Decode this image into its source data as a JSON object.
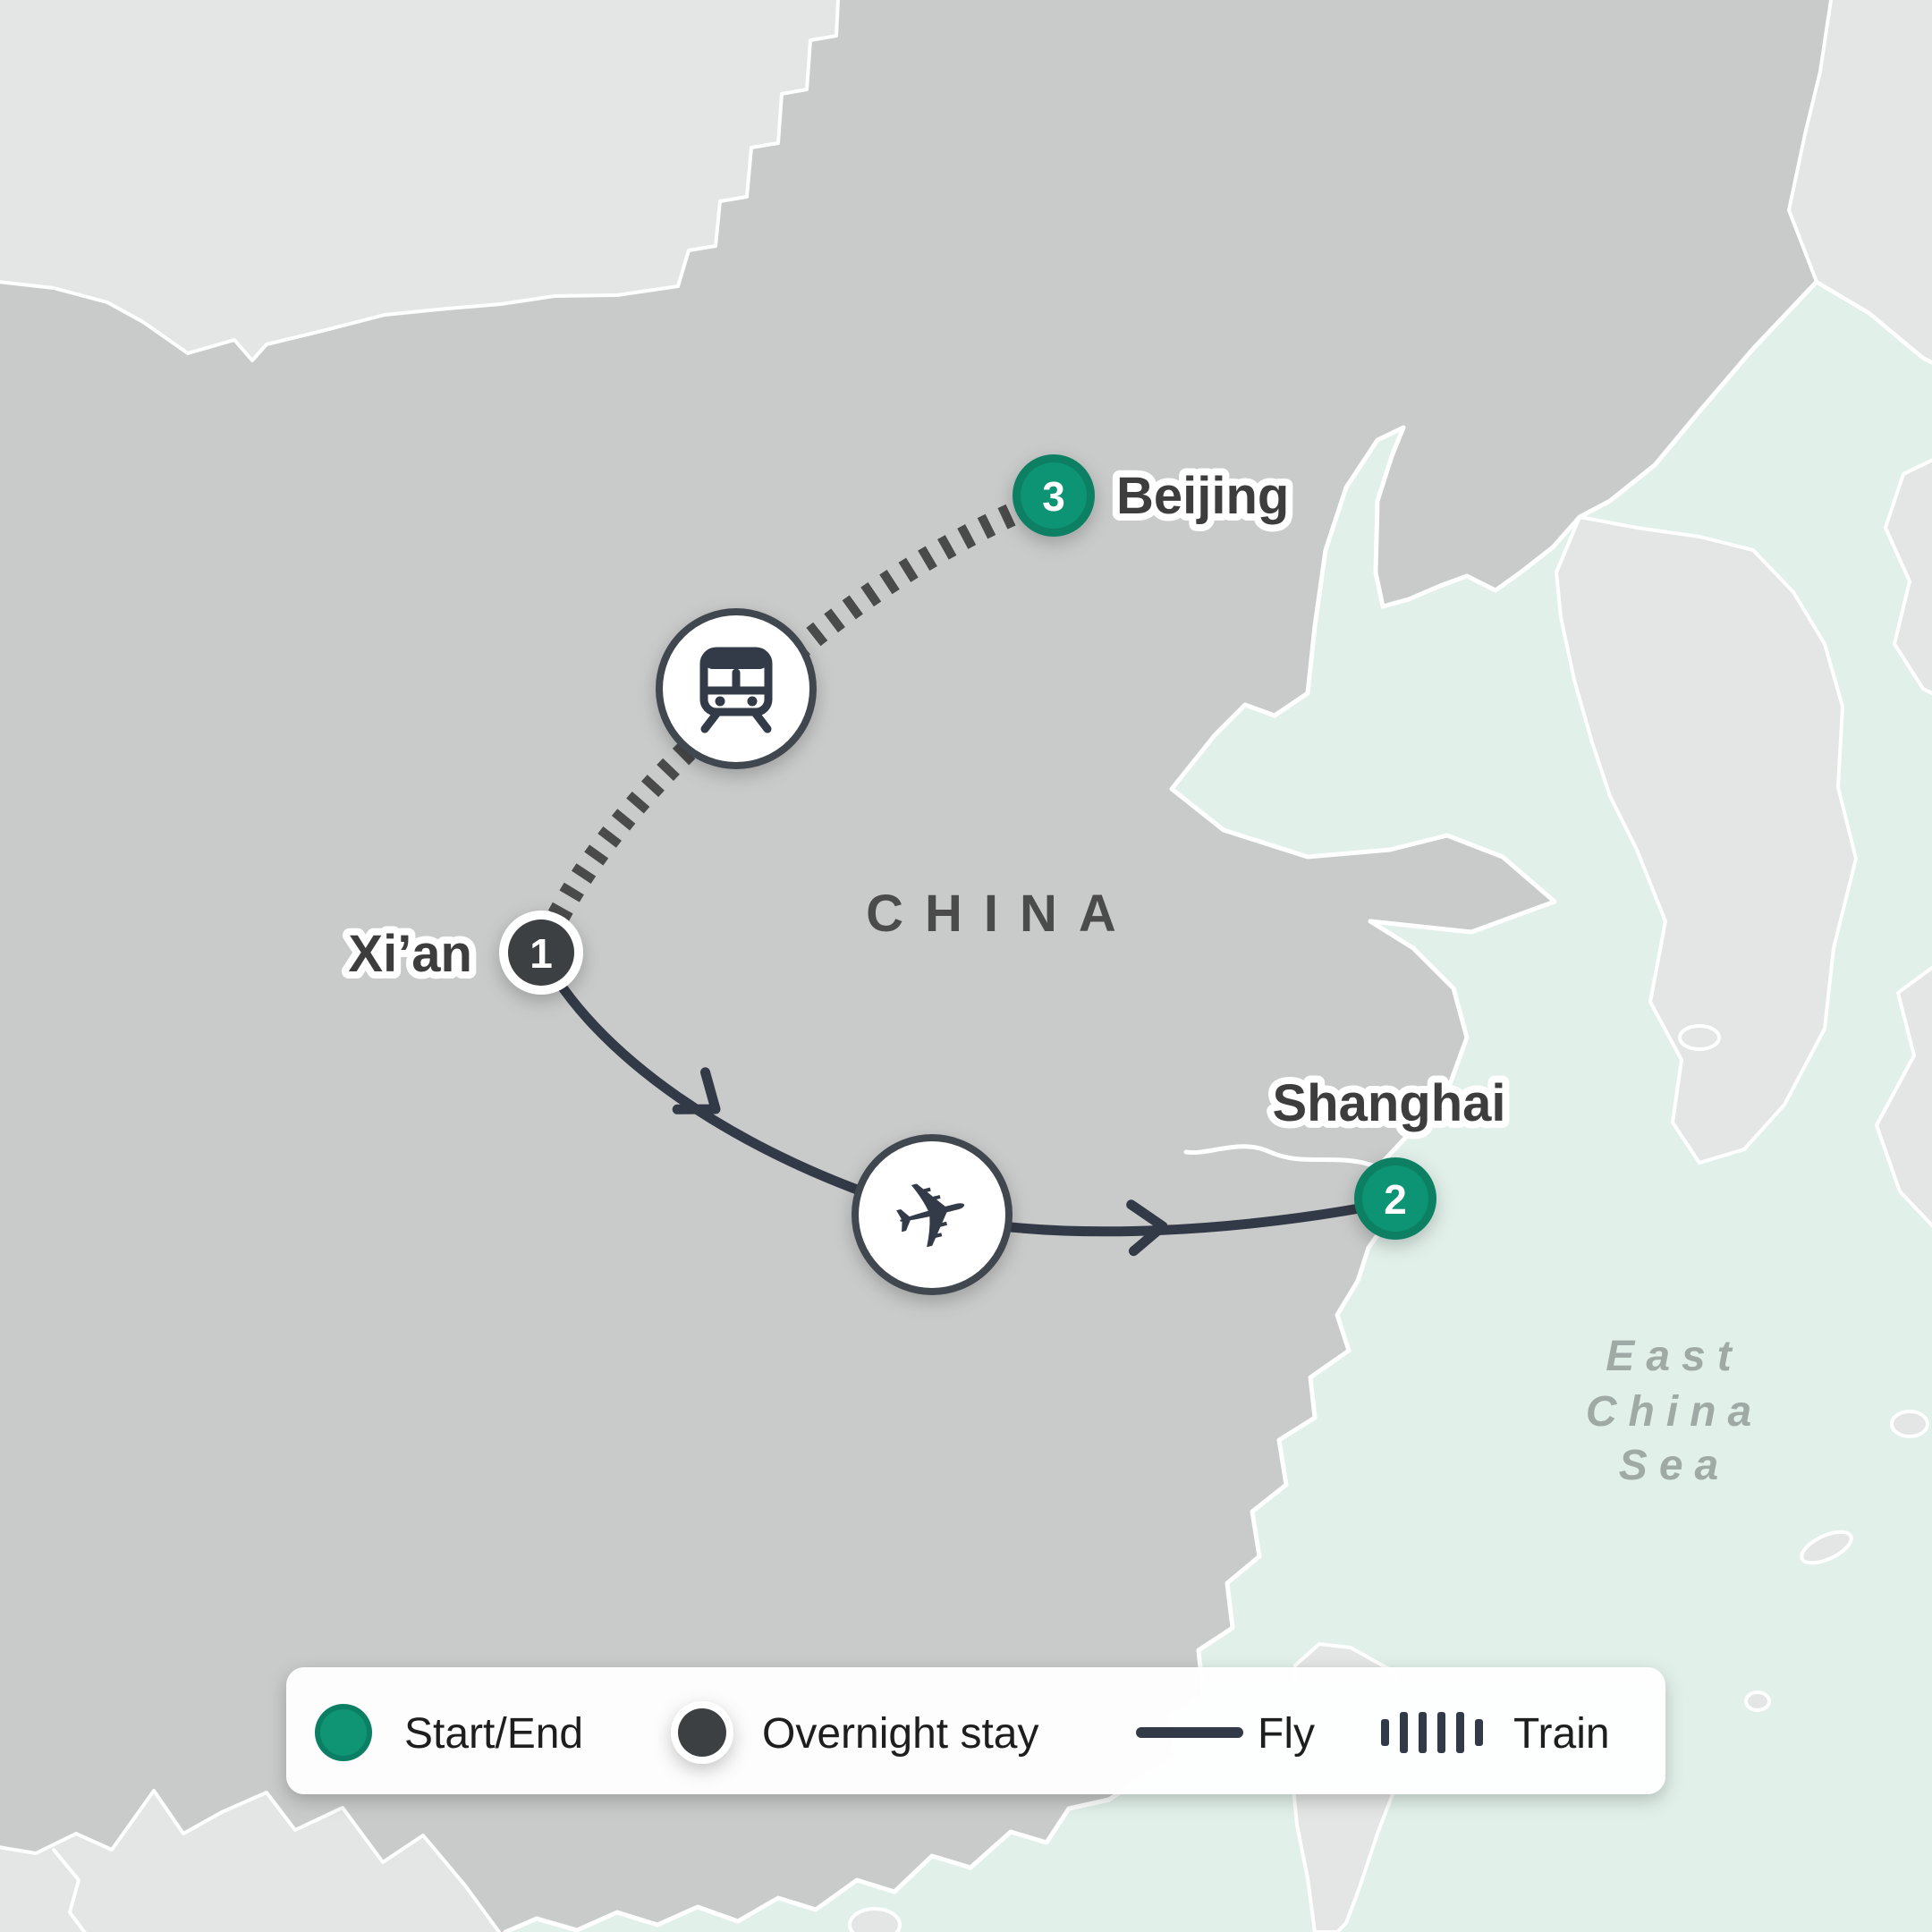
{
  "map": {
    "country_label": "CHINA",
    "sea_label": {
      "line1": "East",
      "line2": "China",
      "line3": "Sea"
    },
    "stops": [
      {
        "label": "Xi’an",
        "number": "1",
        "type": "overnight-stay"
      },
      {
        "label": "Shanghai",
        "number": "2",
        "type": "start-end"
      },
      {
        "label": "Beijing",
        "number": "3",
        "type": "start-end"
      }
    ],
    "routes": [
      {
        "mode": "train",
        "from": "Xi’an",
        "to": "Beijing"
      },
      {
        "mode": "fly",
        "from": "Xi’an",
        "to": "Shanghai"
      }
    ]
  },
  "legend": {
    "start_end_label": "Start/End",
    "overnight_label": "Overnight stay",
    "fly_label": "Fly",
    "train_label": "Train"
  },
  "colors": {
    "land_china": "#c9caca",
    "land_other": "#e4e5e5",
    "sea": "#e2f0ea",
    "route": "#333a47",
    "train_dash": "#4a4a4a",
    "icon_stroke": "#41464f",
    "start_end": "#0f9474",
    "start_end_ring": "#0a7f63",
    "overnight": "#3d4043",
    "label_dark": "#3d3d3d",
    "country_label": "#4b4b4b",
    "sea_label": "#9faaa6",
    "legend_text": "#1e1e1e"
  }
}
